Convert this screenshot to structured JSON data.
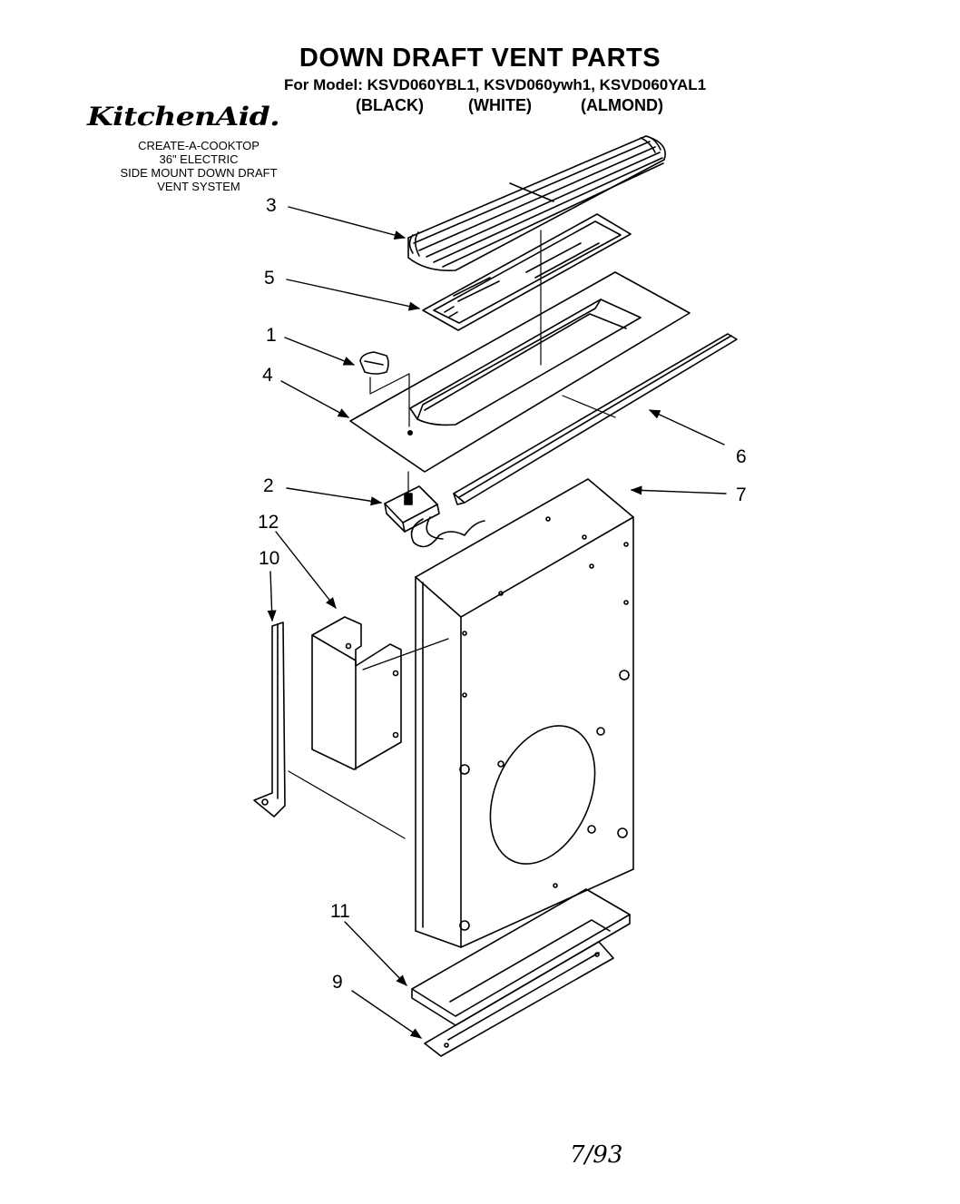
{
  "header": {
    "title": "DOWN DRAFT VENT PARTS",
    "models": "For Model: KSVD060YBL1, KSVD060ywh1, KSVD060YAL1",
    "variants": [
      "(BLACK)",
      "(WHITE)",
      "(ALMOND)"
    ]
  },
  "brand": {
    "logo_text": "KitchenAid."
  },
  "subtitle": [
    "CREATE-A-COOKTOP",
    "36\" ELECTRIC",
    "SIDE MOUNT DOWN DRAFT",
    "VENT SYSTEM"
  ],
  "callouts": [
    "3",
    "5",
    "1",
    "4",
    "6",
    "2",
    "7",
    "12",
    "10",
    "11",
    "9"
  ],
  "date": "7/93"
}
